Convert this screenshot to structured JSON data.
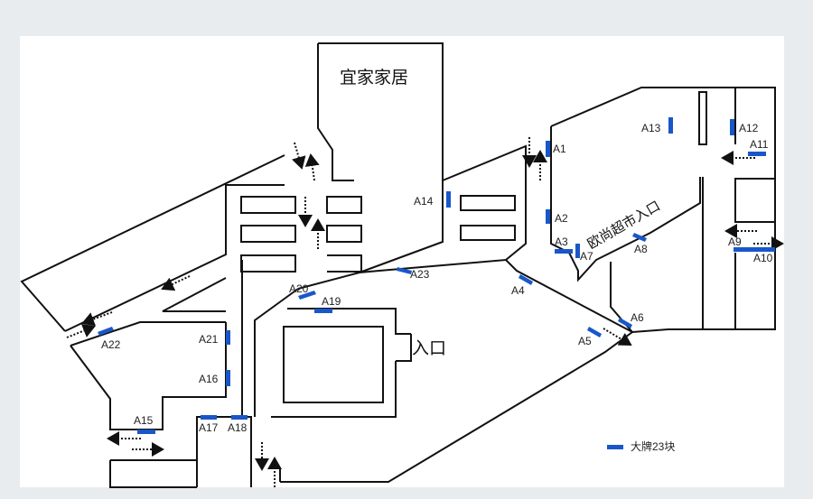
{
  "map": {
    "title_store": "宜家家居",
    "entrance": "入口",
    "supermarket_entrance": "欧尚超市入口",
    "legend": "大牌23块",
    "colors": {
      "sign": "#1957c9",
      "wall": "#111111",
      "bg": "#ffffff"
    },
    "signs": [
      {
        "id": "A1",
        "label": "A1"
      },
      {
        "id": "A2",
        "label": "A2"
      },
      {
        "id": "A3",
        "label": "A3"
      },
      {
        "id": "A4",
        "label": "A4"
      },
      {
        "id": "A5",
        "label": "A5"
      },
      {
        "id": "A6",
        "label": "A6"
      },
      {
        "id": "A7",
        "label": "A7"
      },
      {
        "id": "A8",
        "label": "A8"
      },
      {
        "id": "A9",
        "label": "A9"
      },
      {
        "id": "A10",
        "label": "A10"
      },
      {
        "id": "A11",
        "label": "A11"
      },
      {
        "id": "A12",
        "label": "A12"
      },
      {
        "id": "A13",
        "label": "A13"
      },
      {
        "id": "A14",
        "label": "A14"
      },
      {
        "id": "A15",
        "label": "A15"
      },
      {
        "id": "A16",
        "label": "A16"
      },
      {
        "id": "A17",
        "label": "A17"
      },
      {
        "id": "A18",
        "label": "A18"
      },
      {
        "id": "A19",
        "label": "A19"
      },
      {
        "id": "A20",
        "label": "A20"
      },
      {
        "id": "A21",
        "label": "A21"
      },
      {
        "id": "A22",
        "label": "A22"
      },
      {
        "id": "A23",
        "label": "A23"
      }
    ]
  }
}
